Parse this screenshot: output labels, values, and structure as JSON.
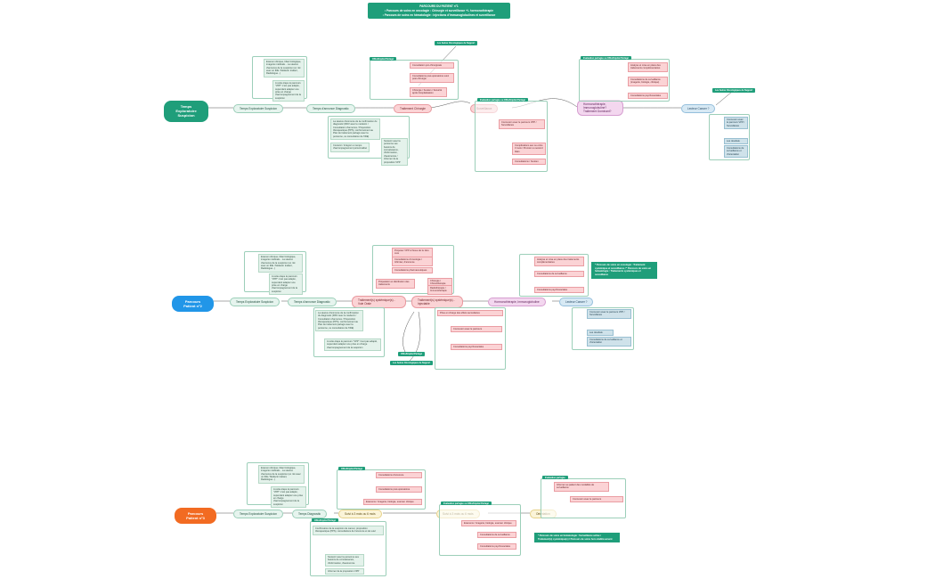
{
  "header": {
    "title": "PARCOURS DU PATIENT n°1",
    "line1": "• Parcours de soins en oncologie : Chirurgie et surveillance +/- hormonothérapie",
    "line2": "• Parcours de soins en hématologie : Injections d'immunoglobulines et surveillance"
  },
  "p1": {
    "root": "Temps Exploratoire Suspicion",
    "n_explo": "Temps Exploratoire Suspicion",
    "n_diag": "Temps d'annonce Diagnostic",
    "n_chir": "Traitement Chirurgie",
    "n_surv": "Surveillance",
    "n_hormono": "Hormonothérapie, Immunoglobuline? Traitement Dominant?",
    "n_lc": "Lecteur Cancer ?",
    "tag_chir": "Offre/Hôpital Partagé",
    "tag_surv": "Evaluation partagée ou Offre/Hôpital Partagé",
    "tag_eval": "Evaluation partagée ou Offre/Hôpital Partagé",
    "lbl_actors": "Les Autres Oncologiques de Support",
    "lbl_actors2": "Les Autres Oncologiques de Support",
    "note_explo": "Examen clinique, bilan biologique, imagerie médicale... La séance d'annonce de la suspicion (un rdv avec un IDE / Médecin traitant, Radiologue...)",
    "note_explo2": "A cette étape le parcours \"VPP\" n'est pas adapté, cependant adapter une prise en charge d'accompagnement de la suspicion",
    "note_diag": "La séance d'annonce de la confirmation du diagnostic (RDV avec le médecin / Consultation d'annonce / Proposition thérapeutique (PPS), conformément au Plan de traitement partagé avec la personne, ou consultation de l'IDE)",
    "note_diag2": "Contenir / Intégrer un temps d'accompagnement personnalisé",
    "note_diag3": "Soutenir avec la personne ses besoins de connaissance, d'information, d'autonomie / Informer de la proposition VPP",
    "chir_1": "Consultation pré-chirurgicale",
    "chir_2": "Consultations post-opératoires suivi post-chirurgie",
    "chir_3": "Chirurgie / Soutien / Sécurité après hospitalisation",
    "surv_1": "Connexion avec le parcours VPP / Surveillance",
    "surv_2": "Complications aux ou entre 3 mois / Premier ou second bilan",
    "surv_3": "Consultations / Soutien",
    "eval_1": "Analyse et mise en place des traitements complémentaires",
    "eval_2": "Consultations de surveillance (imagerie, biologie, clinique)",
    "eval_3": "Consultations psychosociales",
    "lc_1": "Connexion avec le parcours VPP / Surveillance",
    "lc_2": "Les résultats",
    "lc_3": "Consultations de surveillance et d'orientation"
  },
  "p2": {
    "root": "Parcours Patient n°2",
    "n_explo": "Temps Exploratoire Suspicion",
    "n_diag": "Temps d'annonce Diagnostic",
    "n_tchir": "Traitement(s) systémique(s) - Voie Orale",
    "n_tsurv": "Traitement(s) systémique(s) - Injectable",
    "n_hormono": "Hormonothérapie, Immunoglobuline",
    "n_lc": "Lecteur Cancer ?",
    "lbl_actors": "Offre/Hôpital Partagé",
    "lbl_actors2": "Les Autres Oncologiques de Support",
    "legend": "* Parcours de soins en oncologie : Traitement systémique et surveillance / * Parcours de soins en hématologie : Traitements systémiques et surveillance",
    "top_1": "Proposer VPP à l'issue de la 1ère cure",
    "top_2": "Consultations d'oncologie / Infirmier, d'annonce",
    "top_3": "Consultations pharmaceutiques",
    "top_4": "Préparation et distribution des traitements",
    "mid_1": "Chirurgie / Chimiothérapie",
    "mid_2": "Radiothérapie / Immunothérapie",
    "bot_1": "Prise en charge des effets secondaires",
    "bot_2": "Connexion avec le parcours",
    "bot_3": "Consultations psychosociales",
    "ev_1": "Analyse et mise en place des traitements complémentaires",
    "ev_2": "Consultations de surveillance",
    "ev_3": "Consultations psychosociales",
    "lc_1": "Connexion avec le parcours VPP / Surveillance",
    "lc_2": "Les résultats",
    "lc_3": "Consultations de surveillance et d'orientation"
  },
  "p3": {
    "root": "Parcours Patient n°3",
    "n_explo": "Temps Exploratoire Suspicion",
    "n_diag": "Temps Diagnostic",
    "n_s1": "Suivi à 3 mois ou 6 mois",
    "n_s2": "Suivi à 3 mois ou 6 mois",
    "n_orient": "Orientation",
    "tag_a": "Offre/Hôpital Partagé",
    "tag_b": "Offre/Hôpital Partagé",
    "tag_c": "Evaluation partagée ou Offre/Hôpital Partagé",
    "tag_d": "Evaluation partagée",
    "legend": "* Parcours de soins en hématologie : Surveillance active / Traitement(s) systémique(s) / Parcours de soins hors établissement",
    "a_1": "Consultations d'annonce",
    "a_2": "Consultations post-opératoires",
    "a_3": "Examens / Imagerie, biologie, examen clinique",
    "b_1": "Confirmation de la suspicion de cancer, proposition thérapeutique (PPS), consultations de l'annonce et de suivi",
    "b_2": "Soutenir avec la personne ses besoins de connaissance, d'information, d'autonomie",
    "b_3": "Informer de la proposition VPP",
    "c_1": "Examens / Imagerie, biologie, examen clinique",
    "c_2": "Consultations de surveillance",
    "c_3": "Consultations psychosociales",
    "d_1": "Informer au patient des modalités de surveillance",
    "d_2": "Connexion avec le parcours"
  }
}
